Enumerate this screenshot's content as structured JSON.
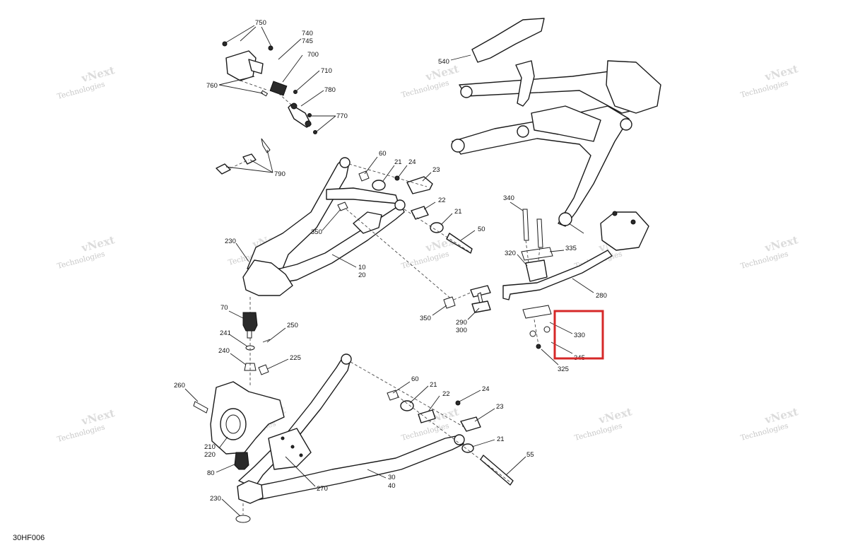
{
  "diagram": {
    "reference_code": "30HF006",
    "watermark_line1": "vNext",
    "watermark_line2": "Technologies",
    "highlight_color": "#d62828",
    "highlight_part": "330",
    "labels": {
      "l750": "750",
      "l740": "740",
      "l745": "745",
      "l700": "700",
      "l710": "710",
      "l760": "760",
      "l780": "780",
      "l770": "770",
      "l790": "790",
      "l540": "540",
      "l60a": "60",
      "l21a": "21",
      "l24a": "24",
      "l23a": "23",
      "l22a": "22",
      "l21b": "21",
      "l50": "50",
      "l350a": "350",
      "l230a": "230",
      "l10": "10",
      "l20": "20",
      "l340": "340",
      "l320": "320",
      "l335": "335",
      "l280": "280",
      "l350b": "350",
      "l290": "290",
      "l300": "300",
      "l330": "330",
      "l345": "345",
      "l325": "325",
      "l70": "70",
      "l241": "241",
      "l250": "250",
      "l240": "240",
      "l225": "225",
      "l260": "260",
      "l210": "210",
      "l220": "220",
      "l80": "80",
      "l270": "270",
      "l230b": "230",
      "l30": "30",
      "l40": "40",
      "l60b": "60",
      "l21c": "21",
      "l22b": "22",
      "l24b": "24",
      "l23b": "23",
      "l21d": "21",
      "l55": "55"
    }
  }
}
